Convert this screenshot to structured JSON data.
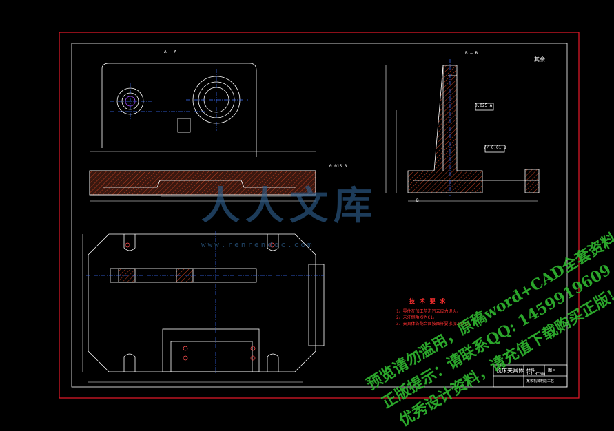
{
  "drawing": {
    "section_aa": "A — A",
    "section_bb": "B — B",
    "roughness_rest": "其余",
    "tolerance_1": "0.025 A",
    "tolerance_2": "// 0.01 B",
    "tolerance_3": "0.015 B",
    "note_b": "B",
    "tech_requirements_title": "技 术 要 求",
    "tech_requirements": [
      "1、零件在加工前进行去应力退火。",
      "2、未注倒角均为C1。",
      "3、夹具体各配合面按图样要求加工精度。"
    ]
  },
  "title_block": {
    "name": "铣床夹具体",
    "material_label": "材料",
    "drawing_no_label": "图号",
    "scale": "1:1 HT200",
    "org": "某校机械制造工艺"
  },
  "watermark": {
    "logo": "人人文库",
    "url": "www.renrendoc.com",
    "line1": "预览请勿滥用，原稿word+CAD全套资料!",
    "line2": "正版提示：请联系QQ: 1459919609",
    "line3": "优秀设计资料，请充值下载购买正版!"
  },
  "colors": {
    "background": "#000000",
    "frame": "#e8192a",
    "geometry": "#ffffff",
    "center_lines": "#3b6fff",
    "annotation": "#ff3030",
    "watermark": "#2fb52f"
  }
}
